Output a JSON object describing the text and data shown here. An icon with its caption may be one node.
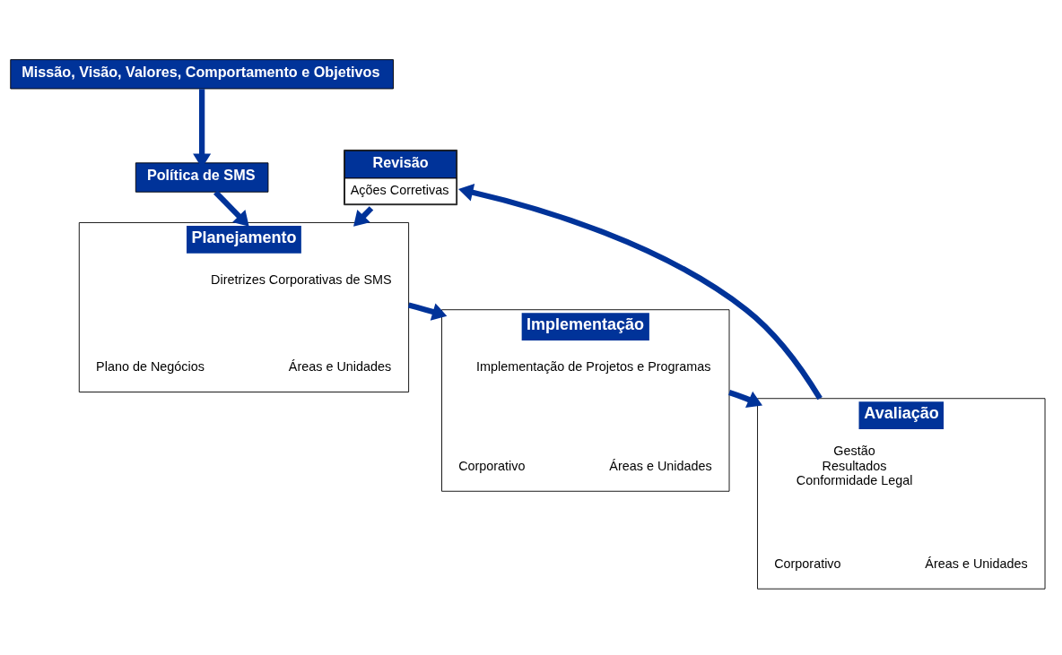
{
  "diagram": {
    "nodes": [
      {
        "text": [
          "Missão, Visão, Valores, Comportamento e Objetivos"
        ]
      },
      {
        "text": [
          "Política de SMS"
        ]
      },
      {
        "text": [
          "Revisão",
          "Ações Corretivas"
        ]
      },
      {
        "text": [
          "Planejamento"
        ]
      },
      {
        "text": [
          "Diretrizes Corporativas de SMS"
        ],
        "in": 3
      },
      {
        "text": [
          "Plano de Negócios"
        ],
        "in": 3
      },
      {
        "text": [
          "Áreas e Unidades"
        ],
        "in": 3
      },
      {
        "text": [
          "Implementação"
        ]
      },
      {
        "text": [
          "Implementação de Projetos e Programas"
        ],
        "in": 7
      },
      {
        "text": [
          "Corporativo"
        ],
        "in": 7
      },
      {
        "text": [
          "Áreas e Unidades"
        ],
        "in": 7
      },
      {
        "text": [
          "Avaliação"
        ]
      },
      {
        "text": [
          "Gestão",
          "Resultados",
          "Conformidade Legal"
        ],
        "in": 11
      },
      {
        "text": [
          "Corporativo"
        ],
        "in": 11
      },
      {
        "text": [
          "Áreas e Unidades"
        ],
        "in": 11
      }
    ],
    "edges": [
      {
        "from": 0,
        "to": 1,
        "arrow": "to"
      },
      {
        "from": 1,
        "to": 3,
        "arrow": "to"
      },
      {
        "from": 2,
        "to": 3,
        "arrow": "to"
      },
      {
        "from": 3,
        "to": 7,
        "arrow": "to"
      },
      {
        "from": 7,
        "to": 11,
        "arrow": "to"
      },
      {
        "from": 11,
        "to": 2,
        "arrow": "to"
      }
    ]
  }
}
